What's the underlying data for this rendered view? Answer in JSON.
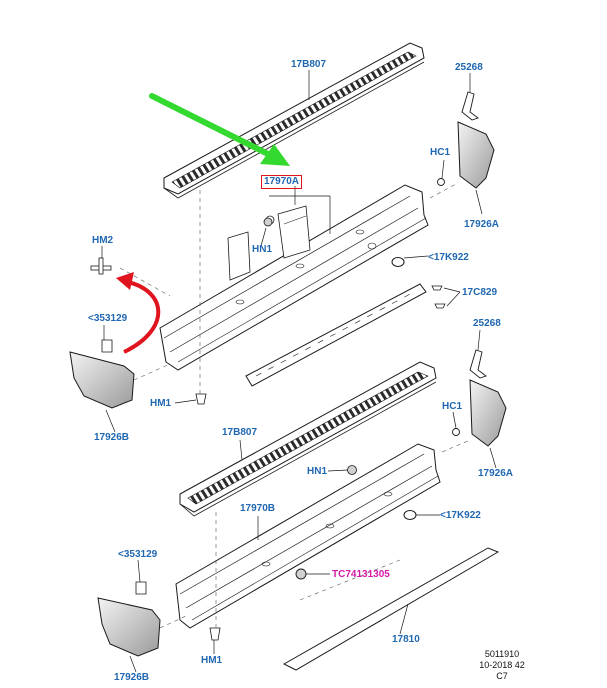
{
  "callouts": {
    "c17B807_top": "17B807",
    "c25268_top": "25268",
    "cHC1_top": "HC1",
    "c17926A_top": "17926A",
    "c17970A": "17970A",
    "cHM2": "HM2",
    "cHN1_top": "HN1",
    "c17K922_top": "<17K922",
    "c17C829": "17C829",
    "c353129_top": "<353129",
    "cHM1_top": "HM1",
    "c17926B_top": "17926B",
    "c25268_bottom": "25268",
    "cHC1_bottom": "HC1",
    "c17B807_bottom": "17B807",
    "c17926A_bottom": "17926A",
    "cHN1_bottom": "HN1",
    "c17970B": "17970B",
    "c17K922_bottom": "<17K922",
    "c353129_bottom": "<353129",
    "cTC74131305": "TC74131305",
    "c17810": "17810",
    "cHM1_bottom": "HM1",
    "c17926B_bottom": "17926B"
  },
  "footer": {
    "line1": "5011910",
    "line2": "10-2018 42",
    "line3": "C7"
  },
  "colors": {
    "callout": "#1f67b1",
    "highlight_callout": "#d61aa9",
    "highlight_box": "#e0141e",
    "green_arrow": "#33d92e",
    "red_arrow": "#e0141e",
    "line_art": "#1a1a1a"
  }
}
